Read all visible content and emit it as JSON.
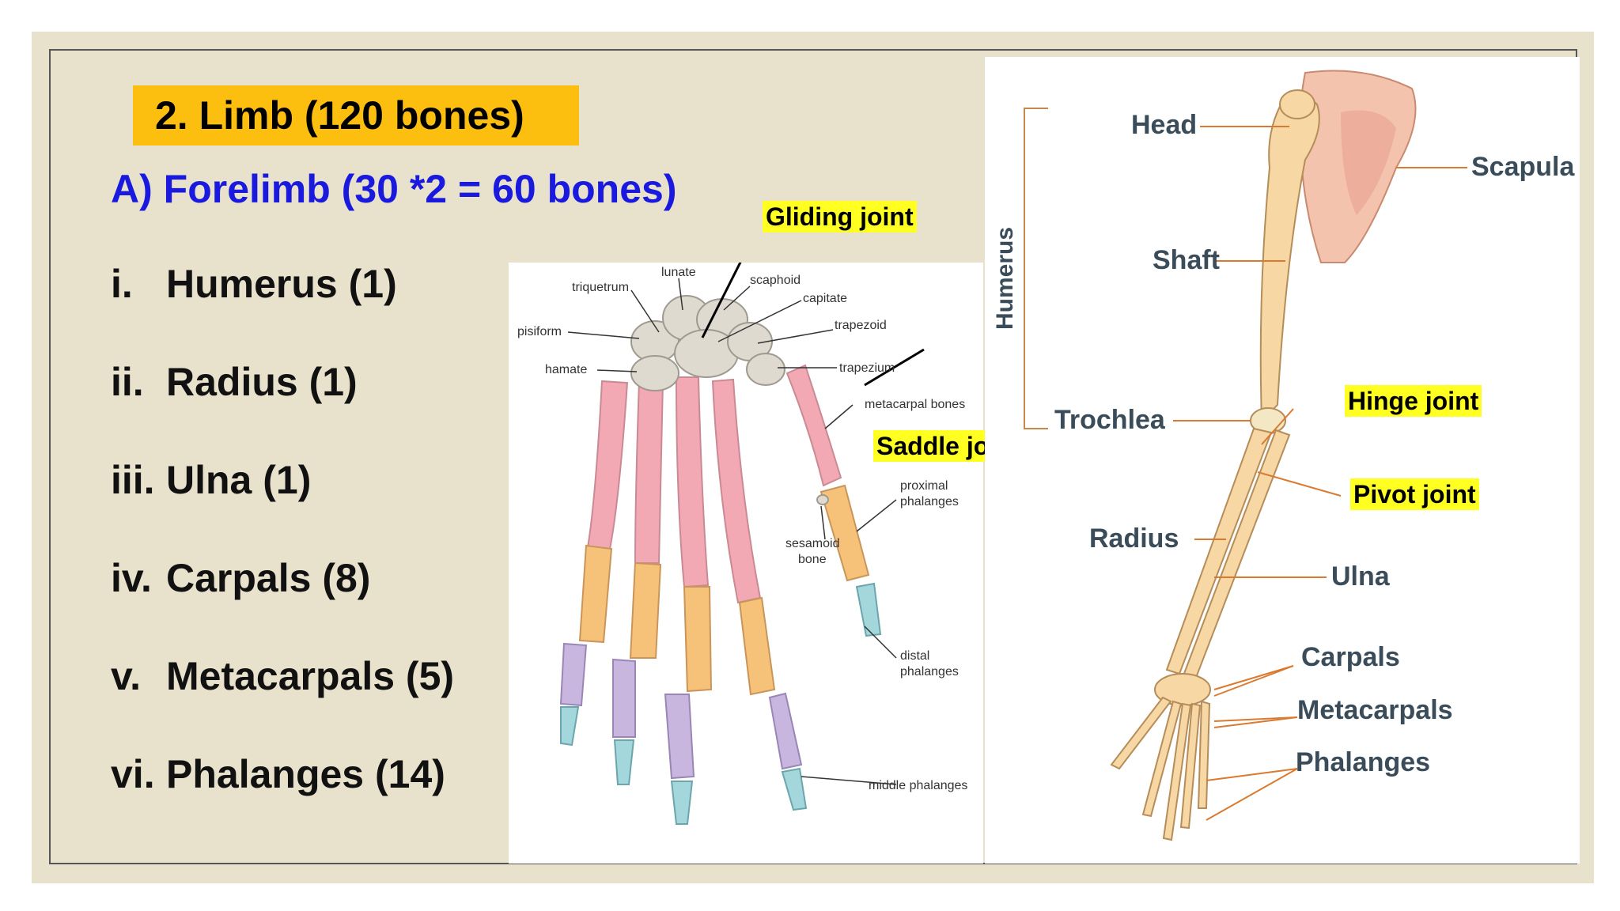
{
  "slide": {
    "title": "2. Limb (120 bones)",
    "subtitle": "A) Forelimb (30 *2 = 60 bones)",
    "bones": [
      {
        "num": "i.",
        "label": "Humerus (1)"
      },
      {
        "num": "ii.",
        "label": "Radius (1)"
      },
      {
        "num": "iii.",
        "label": "Ulna (1)"
      },
      {
        "num": "iv.",
        "label": "Carpals (8)"
      },
      {
        "num": "v.",
        "label": "Metacarpals (5)"
      },
      {
        "num": "vi.",
        "label": "Phalanges (14)"
      }
    ]
  },
  "hand_diagram": {
    "labels": {
      "lunate": "lunate",
      "triquetrum": "triquetrum",
      "scaphoid": "scaphoid",
      "capitate": "capitate",
      "pisiform": "pisiform",
      "trapezoid": "trapezoid",
      "hamate": "hamate",
      "trapezium": "trapezium",
      "metacarpal_bones": "metacarpal bones",
      "proximal": "proximal",
      "phalanges1": "phalanges",
      "sesamoid": "sesamoid",
      "bone": "bone",
      "distal": "distal",
      "phalanges2": "phalanges",
      "middle_phalanges": "middle phalanges"
    },
    "highlights": {
      "gliding": "Gliding joint",
      "saddle": "Saddle joint"
    },
    "colors": {
      "carpals": "#dedad0",
      "metacarpals": "#f2a9b4",
      "proximal": "#f6c27a",
      "middle": "#c9b6df",
      "distal": "#a3d7dc"
    }
  },
  "arm_diagram": {
    "labels": {
      "humerus": "Humerus",
      "head": "Head",
      "scapula": "Scapula",
      "shaft": "Shaft",
      "trochlea": "Trochlea",
      "radius": "Radius",
      "ulna": "Ulna",
      "carpals": "Carpals",
      "metacarpals": "Metacarpals",
      "phalanges": "Phalanges"
    },
    "highlights": {
      "hinge": "Hinge joint",
      "pivot": "Pivot joint"
    },
    "colors": {
      "bone": "#f7d7a4",
      "scapula": "#f3c3ad",
      "leader": "#d97a30"
    }
  }
}
